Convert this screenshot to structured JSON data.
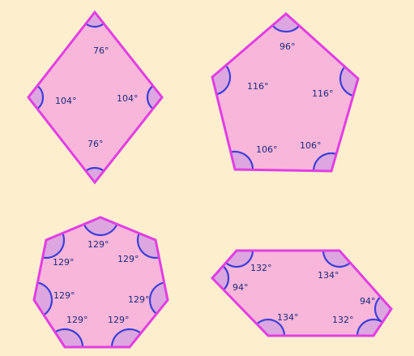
{
  "colors": {
    "background": "#fdefce",
    "polygon_fill": "#f8b6da",
    "polygon_stroke": "#e23ee4",
    "arc_fill": "#dca7e0",
    "arc_stroke": "#3e3fd8",
    "label": "#1b2a7a"
  },
  "shapes": [
    {
      "name": "kite",
      "angle_labels": [
        {
          "text": "76°"
        },
        {
          "text": "104°"
        },
        {
          "text": "76°"
        },
        {
          "text": "104°"
        }
      ]
    },
    {
      "name": "pentagon",
      "angle_labels": [
        {
          "text": "96°"
        },
        {
          "text": "116°"
        },
        {
          "text": "106°"
        },
        {
          "text": "106°"
        },
        {
          "text": "116°"
        }
      ]
    },
    {
      "name": "heptagon",
      "angle_labels": [
        {
          "text": "129°"
        },
        {
          "text": "129°"
        },
        {
          "text": "129°"
        },
        {
          "text": "129°"
        },
        {
          "text": "129°"
        },
        {
          "text": "129°"
        },
        {
          "text": "129°"
        }
      ]
    },
    {
      "name": "hexagon",
      "angle_labels": [
        {
          "text": "132°"
        },
        {
          "text": "134°"
        },
        {
          "text": "94°"
        },
        {
          "text": "132°"
        },
        {
          "text": "134°"
        },
        {
          "text": "94°"
        }
      ]
    }
  ]
}
